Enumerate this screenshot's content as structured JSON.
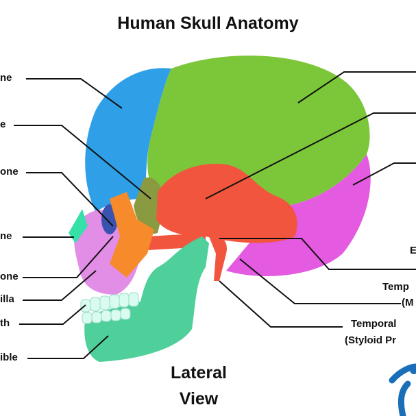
{
  "title": "Human Skull Anatomy",
  "view_label": [
    "Lateral",
    "View"
  ],
  "left_labels": [
    "ne",
    "e",
    "one",
    "ne",
    "one",
    "illa",
    "th",
    "ible"
  ],
  "right_labels": [
    "E",
    "Temp",
    "(M",
    "Temporal",
    "(Styloid Pr"
  ],
  "colors": {
    "frontal": "#2f9fe8",
    "parietal": "#7cc63a",
    "temporal": "#f2553e",
    "occipital": "#e45ae0",
    "sphenoid": "#8a9a40",
    "zygomatic": "#f78a2a",
    "maxilla": "#e28ee6",
    "mandible": "#4fcf9a",
    "nasal": "#36e0a8",
    "teeth": "#d9fbf0",
    "logo": "#1a6fb8"
  }
}
